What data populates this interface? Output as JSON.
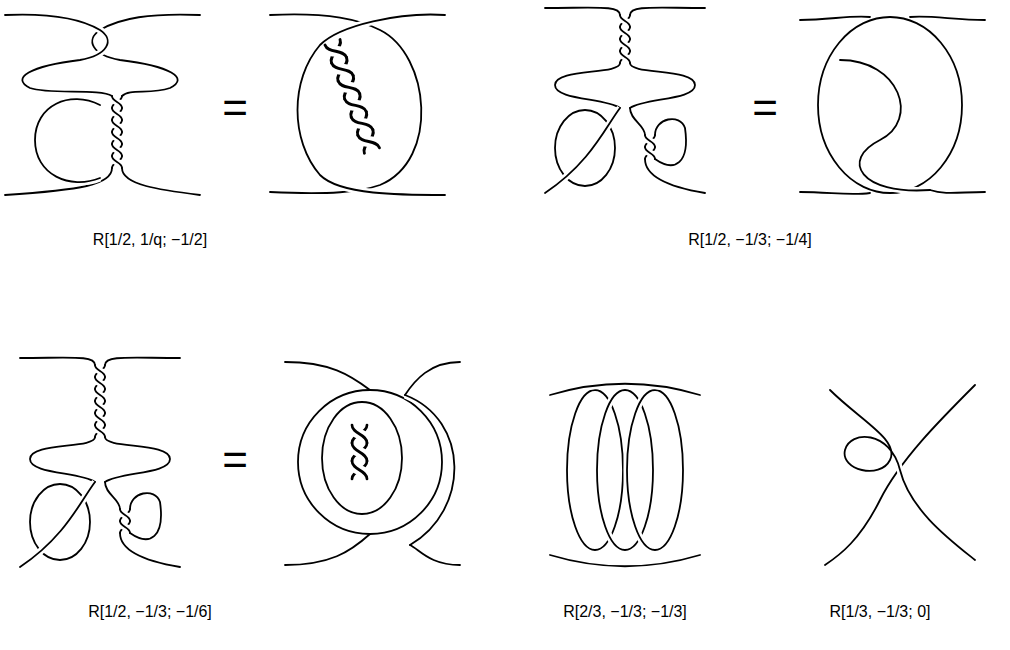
{
  "diagram": {
    "labels": [
      "=",
      "=",
      "R[1/2, 1/q; −1/2]",
      "R[1/2, −1/3; −1/4]",
      "=",
      "R[1/2, −1/3; −1/6]",
      "R[2/3, −1/3; −1/3]",
      "R[1/3, −1/3; 0]"
    ]
  }
}
